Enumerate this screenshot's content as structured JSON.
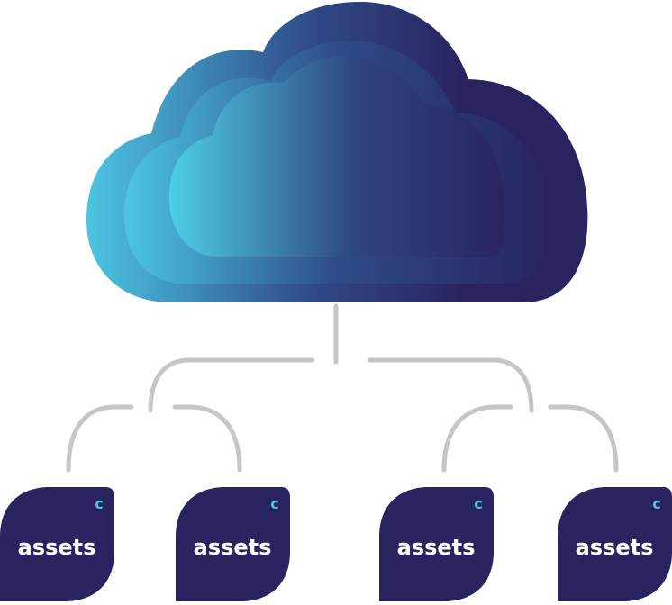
{
  "tiles": [
    {
      "label": "assets",
      "badge": "c"
    },
    {
      "label": "assets",
      "badge": "c"
    },
    {
      "label": "assets",
      "badge": "c"
    },
    {
      "label": "assets",
      "badge": "c"
    }
  ],
  "colors": {
    "cloud_light": "#4cc6e2",
    "cloud_dark": "#292460",
    "tile": "#292460",
    "tile_text": "#ffffff",
    "badge": "#4cc6e2",
    "connector": "#c6c6c9"
  }
}
